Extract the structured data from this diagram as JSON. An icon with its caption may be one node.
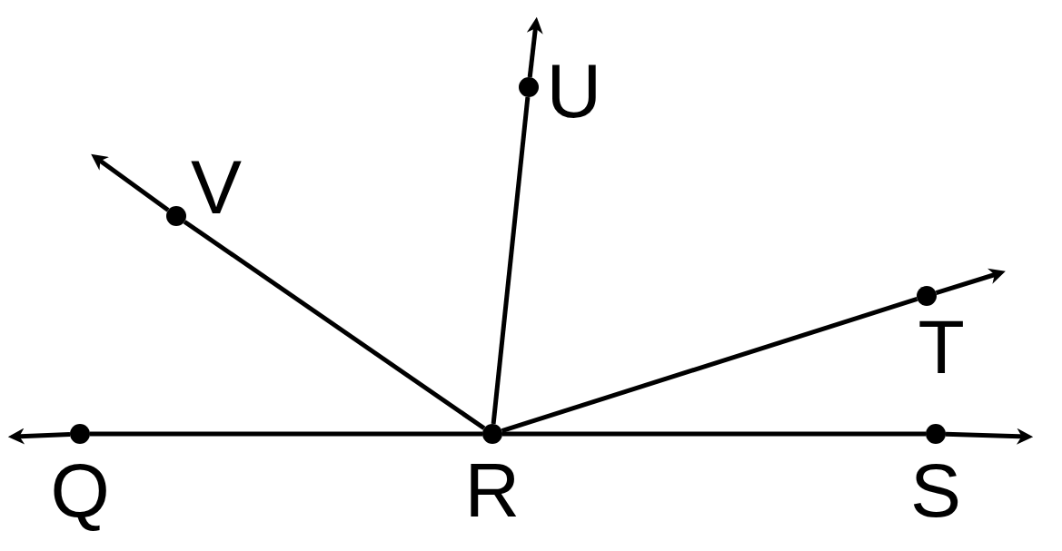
{
  "diagram": {
    "nodes": [
      {
        "text": [],
        "shape": "circle",
        "beside": [
          "U"
        ]
      },
      {
        "text": [],
        "shape": "circle",
        "beside": [
          "V"
        ]
      },
      {
        "text": [],
        "shape": "circle",
        "beside": [
          "T"
        ]
      },
      {
        "text": [],
        "shape": "circle",
        "beside": [
          "Q"
        ]
      },
      {
        "text": [],
        "shape": "circle",
        "beside": [
          "R"
        ]
      },
      {
        "text": [],
        "shape": "circle",
        "beside": [
          "S"
        ]
      }
    ],
    "edges": [
      {
        "from": 4,
        "to": 0,
        "arrow": "none"
      },
      {
        "from": 0,
        "to": null,
        "arrow": "to"
      },
      {
        "from": 4,
        "to": 1,
        "arrow": "none"
      },
      {
        "from": 1,
        "to": null,
        "arrow": "to"
      },
      {
        "from": 4,
        "to": 2,
        "arrow": "none"
      },
      {
        "from": 2,
        "to": null,
        "arrow": "to"
      },
      {
        "from": 3,
        "to": null,
        "arrow": "to"
      },
      {
        "from": 3,
        "to": 4,
        "arrow": "none"
      },
      {
        "from": 4,
        "to": 5,
        "arrow": "none"
      },
      {
        "from": 5,
        "to": null,
        "arrow": "to"
      }
    ]
  }
}
